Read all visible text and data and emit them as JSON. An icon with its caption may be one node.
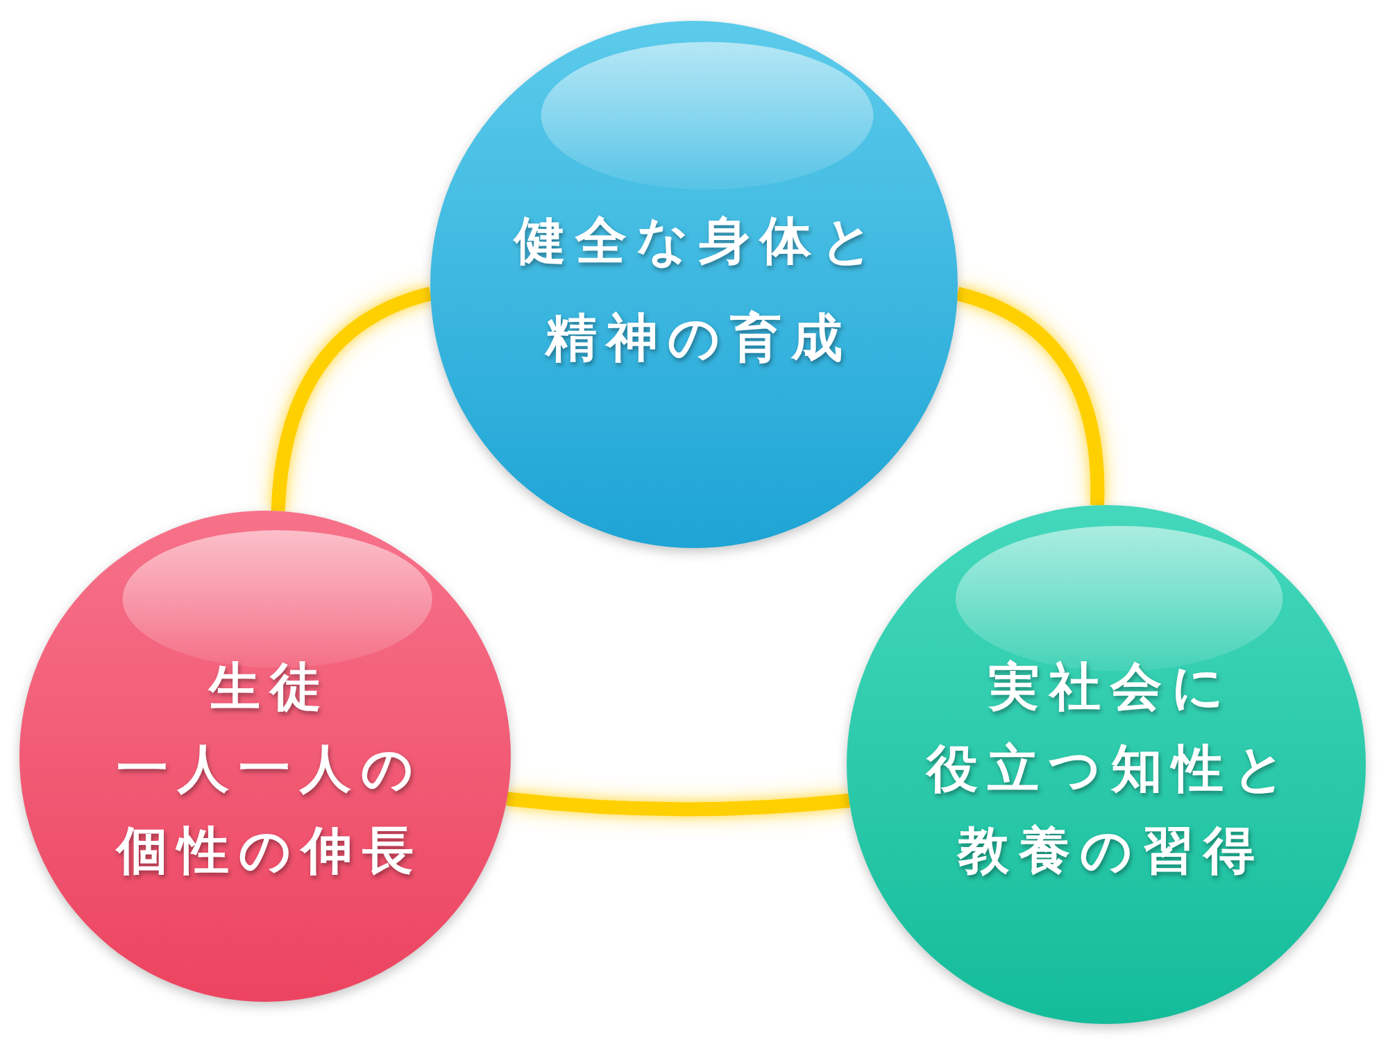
{
  "diagram": {
    "nodes": [
      {
        "text": [
          "健全な身体と精神の育成"
        ]
      },
      {
        "text": [
          "生徒一人一人の個性の伸長"
        ]
      },
      {
        "text": [
          "実社会に役立つ知性と教養の習得"
        ]
      }
    ],
    "edges": [
      {
        "from": 0,
        "to": 1,
        "arrow": "none"
      },
      {
        "from": 0,
        "to": 2,
        "arrow": "none"
      },
      {
        "from": 1,
        "to": 2,
        "arrow": "none"
      }
    ]
  }
}
